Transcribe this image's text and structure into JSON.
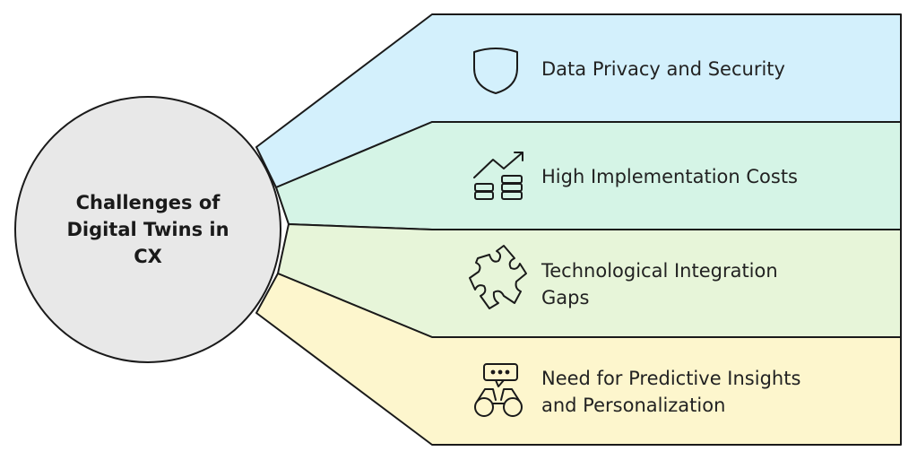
{
  "hub": {
    "lines": [
      "Challenges of",
      "Digital Twins in",
      "CX"
    ],
    "fill": "#e8e8e8"
  },
  "items": [
    {
      "lines": [
        "Data Privacy and Security"
      ],
      "icon": "shield-icon",
      "color": "#d3f0fc"
    },
    {
      "lines": [
        "High Implementation Costs"
      ],
      "icon": "rising-costs-chart-icon",
      "color": "#d5f4e6"
    },
    {
      "lines": [
        "Technological Integration",
        "Gaps"
      ],
      "icon": "puzzle-piece-icon",
      "color": "#e7f5d9"
    },
    {
      "lines": [
        "Need for Predictive Insights",
        "and Personalization"
      ],
      "icon": "binoculars-insight-icon",
      "color": "#fdf6cd"
    }
  ],
  "stroke_color": "#1a1a1a"
}
